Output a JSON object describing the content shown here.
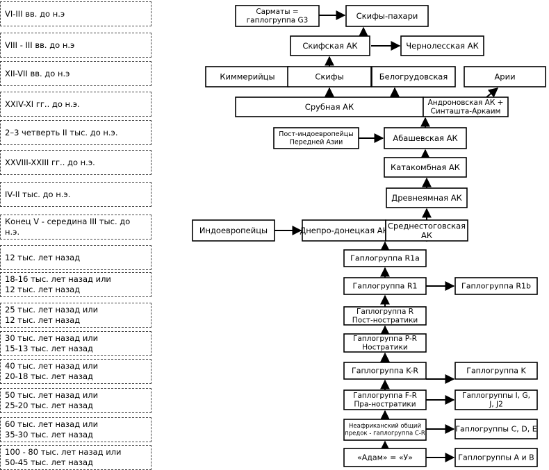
{
  "periods": [
    "VI-III вв. до н.э",
    "VIII - III вв. до н.э",
    "XII-VII вв. до н.э",
    "XXIV-XI гг.. до н.э.",
    "2–3 четверть II тыс. до н.э.",
    "XXVIII-XXIII гг.. до н.э.",
    "IV-II тыс. до н.э.",
    "Конец V - середина III тыс. до н.э.",
    "12 тыс. лет назад",
    "18-16 тыс. лет назад или\n12 тыс. лет назад",
    "25 тыс. лет назад или\n12 тыс. лет назад",
    "30 тыс. лет назад или\n15-13 тыс. лет назад",
    "40 тыс. лет назад или\n20-18 тыс. лет назад",
    "50 тыс. лет назад или\n25-20 тыс. лет назад",
    "60 тыс. лет назад или\n35-30 тыс. лет назад",
    "100 - 80 тыс. лет назад или\n50-45 тыс. лет назад"
  ],
  "nodes": {
    "sarmaty": [
      "Сарматы =",
      "гаплогруппа G3"
    ],
    "skify_pahari": [
      "Скифы-пахари"
    ],
    "skifskaya": [
      "Скифская АК"
    ],
    "chernolesskaya": [
      "Чернолесская АК"
    ],
    "kimmeriytsy": [
      "Киммерийцы"
    ],
    "skify": [
      "Скифы"
    ],
    "belogrudovskaya": [
      "Белогрудовская"
    ],
    "arii": [
      "Арии"
    ],
    "srubnaya": [
      "Срубная АК"
    ],
    "andronovskaya": [
      "Андроновская АК +",
      "Синташта-Аркаим"
    ],
    "post_indo": [
      "Пост-индоевропейцы",
      "Передней Азии"
    ],
    "abashevskaya": [
      "Абашевская АК"
    ],
    "katakombnaya": [
      "Катакомбная АК"
    ],
    "drevneyamnaya": [
      "Древнеямная АК"
    ],
    "indoevropeytsy": [
      "Индоевропейцы"
    ],
    "dneprodonetskaya": [
      "Днепро-донецкая АК"
    ],
    "srednestogovskaya": [
      "Среднестоговская",
      "АК"
    ],
    "r1a": [
      "Гаплогруппа R1a"
    ],
    "r1": [
      "Гаплогруппа R1"
    ],
    "r1b": [
      "Гаплогруппа R1b"
    ],
    "r": [
      "Гаплогруппа R",
      "Пост-ностратики"
    ],
    "pr": [
      "Гаплогруппа P-R",
      "Ностратики"
    ],
    "kr": [
      "Гаплогруппа K-R"
    ],
    "k": [
      "Гаплогруппа K"
    ],
    "fr": [
      "Гаплогруппа F-R",
      "Пра-ностратики"
    ],
    "ij": [
      "Гаплогруппы I, G,",
      "J, J2"
    ],
    "cr": [
      "Неафриканский общий",
      "предок - гаплогруппа C-R"
    ],
    "cde": [
      "Гаплогруппы C, D, E"
    ],
    "adam": [
      "«Адам» = «У»"
    ],
    "ab": [
      "Гаплогруппы A и B"
    ]
  }
}
